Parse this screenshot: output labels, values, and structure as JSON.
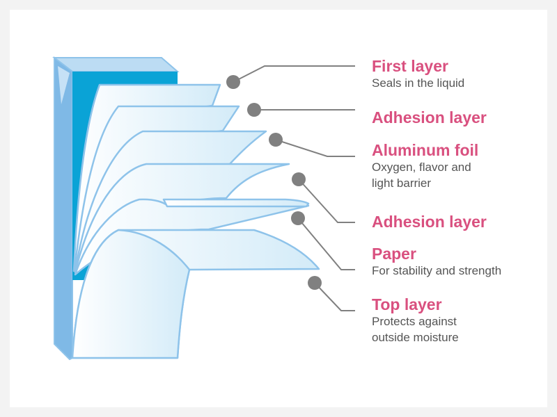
{
  "layers": [
    {
      "title": "First layer",
      "desc": [
        "Seals in the liquid"
      ]
    },
    {
      "title": "Adhesion layer",
      "desc": []
    },
    {
      "title": "Aluminum foil",
      "desc": [
        "Oxygen, flavor and",
        "light barrier"
      ]
    },
    {
      "title": "Adhesion layer",
      "desc": []
    },
    {
      "title": "Paper",
      "desc": [
        "For stability and strength"
      ]
    },
    {
      "title": "Top layer",
      "desc": [
        "Protects against",
        "outside moisture"
      ]
    }
  ],
  "colors": {
    "title": "#d9507f",
    "text": "#555555",
    "sheet_stroke": "#8ec3ea",
    "block_dark": "#0aa3d6",
    "leader": "#808080"
  }
}
